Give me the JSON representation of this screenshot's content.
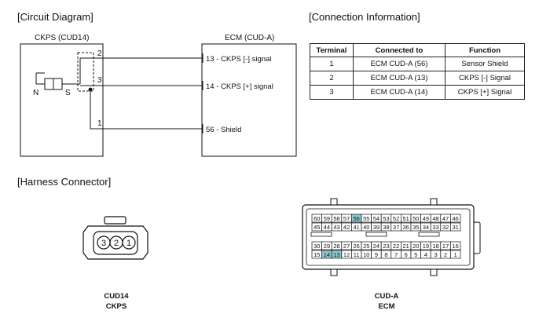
{
  "sections": {
    "circuit_title": "[Circuit Diagram]",
    "connection_title": "[Connection Information]",
    "harness_title": "[Harness Connector]"
  },
  "circuit": {
    "ckps_label": "CKPS (CUD14)",
    "ecm_label": "ECM (CUD-A)",
    "sensor_n": "N",
    "sensor_s": "S",
    "wires": [
      {
        "pin": "2",
        "ecm_label": "13 - CKPS [-] signal"
      },
      {
        "pin": "3",
        "ecm_label": "14 - CKPS [+] signal"
      },
      {
        "pin": "1",
        "ecm_label": "56 - Shield"
      }
    ]
  },
  "connection_table": {
    "headers": [
      "Terminal",
      "Connected to",
      "Function"
    ],
    "rows": [
      [
        "1",
        "ECM CUD-A (56)",
        "Sensor Shield"
      ],
      [
        "2",
        "ECM CUD-A (13)",
        "CKPS [-] Signal"
      ],
      [
        "3",
        "ECM CUD-A (14)",
        "CKPS [+] Signal"
      ]
    ]
  },
  "harness": {
    "cud14": {
      "pins": [
        "3",
        "2",
        "1"
      ],
      "caption_line1": "CUD14",
      "caption_line2": "CKPS"
    },
    "cuda": {
      "row1": [
        "60",
        "59",
        "58",
        "57",
        "56",
        "55",
        "54",
        "53",
        "52",
        "51",
        "50",
        "49",
        "48",
        "47",
        "46"
      ],
      "row2": [
        "45",
        "44",
        "43",
        "42",
        "41",
        "40",
        "39",
        "38",
        "37",
        "36",
        "35",
        "34",
        "33",
        "32",
        "31"
      ],
      "row3": [
        "30",
        "29",
        "28",
        "27",
        "26",
        "25",
        "24",
        "23",
        "22",
        "21",
        "20",
        "19",
        "18",
        "17",
        "16"
      ],
      "row4": [
        "15",
        "14",
        "13",
        "12",
        "11",
        "10",
        "9",
        "8",
        "7",
        "6",
        "5",
        "4",
        "3",
        "2",
        "1"
      ],
      "highlighted_pins": [
        "56",
        "14",
        "13"
      ],
      "highlight_color": "#8fc9cf",
      "caption_line1": "CUD-A",
      "caption_line2": "ECM"
    }
  }
}
